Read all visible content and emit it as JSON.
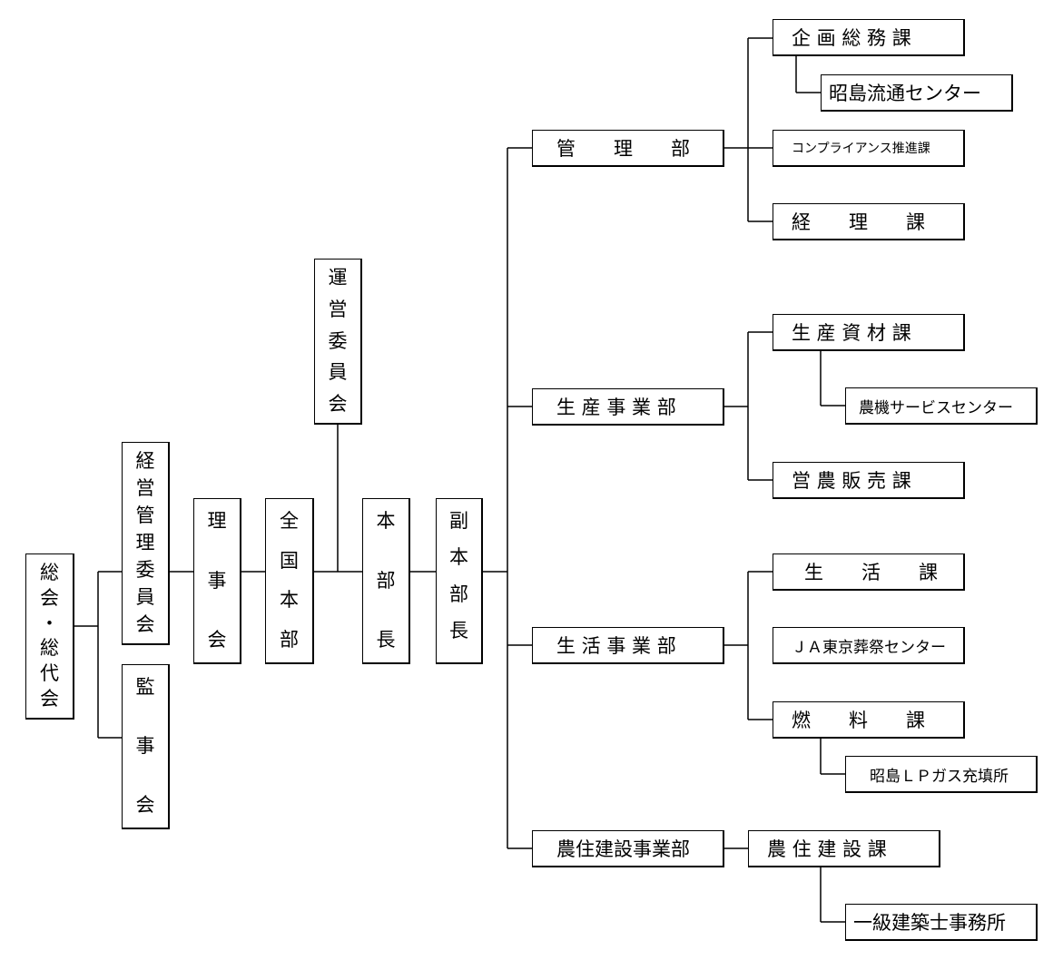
{
  "org_chart": {
    "left": {
      "general_assembly": [
        "総",
        "会",
        "・",
        "総",
        "代",
        "会"
      ],
      "management_committee": [
        "経",
        "営",
        "管",
        "理",
        "委",
        "員",
        "会"
      ],
      "auditors": [
        "監",
        "事",
        "会"
      ],
      "board": [
        "理",
        "事",
        "会"
      ],
      "national_hq": [
        "全",
        "国",
        "本",
        "部"
      ],
      "steering_committee": [
        "運",
        "営",
        "委",
        "員",
        "会"
      ],
      "hq_chief": [
        "本",
        "部",
        "長"
      ],
      "deputy_hq_chief": [
        "副",
        "本",
        "部",
        "長"
      ]
    },
    "departments": {
      "admin": "管　　理　　部",
      "production": "生 産 事 業 部",
      "living": "生 活 事 業 部",
      "construction": "農住建設事業部"
    },
    "sections": {
      "planning": "企 画 総 務 課",
      "akishima_distribution": "昭島流通センター",
      "compliance": "コンプライアンス推進課",
      "accounting": "経　　理　　課",
      "production_materials": "生 産 資 材 課",
      "machinery_service": "農機サービスセンター",
      "farm_sales": "営 農 販 売 課",
      "living_section": "生　　活　　課",
      "funeral_center": "ＪＡ東京葬祭センター",
      "fuel": "燃　　料　　課",
      "lp_gas": "昭島ＬＰガス充填所",
      "housing_construction": "農 住 建 設 課",
      "architect_office": "一級建築士事務所"
    }
  }
}
